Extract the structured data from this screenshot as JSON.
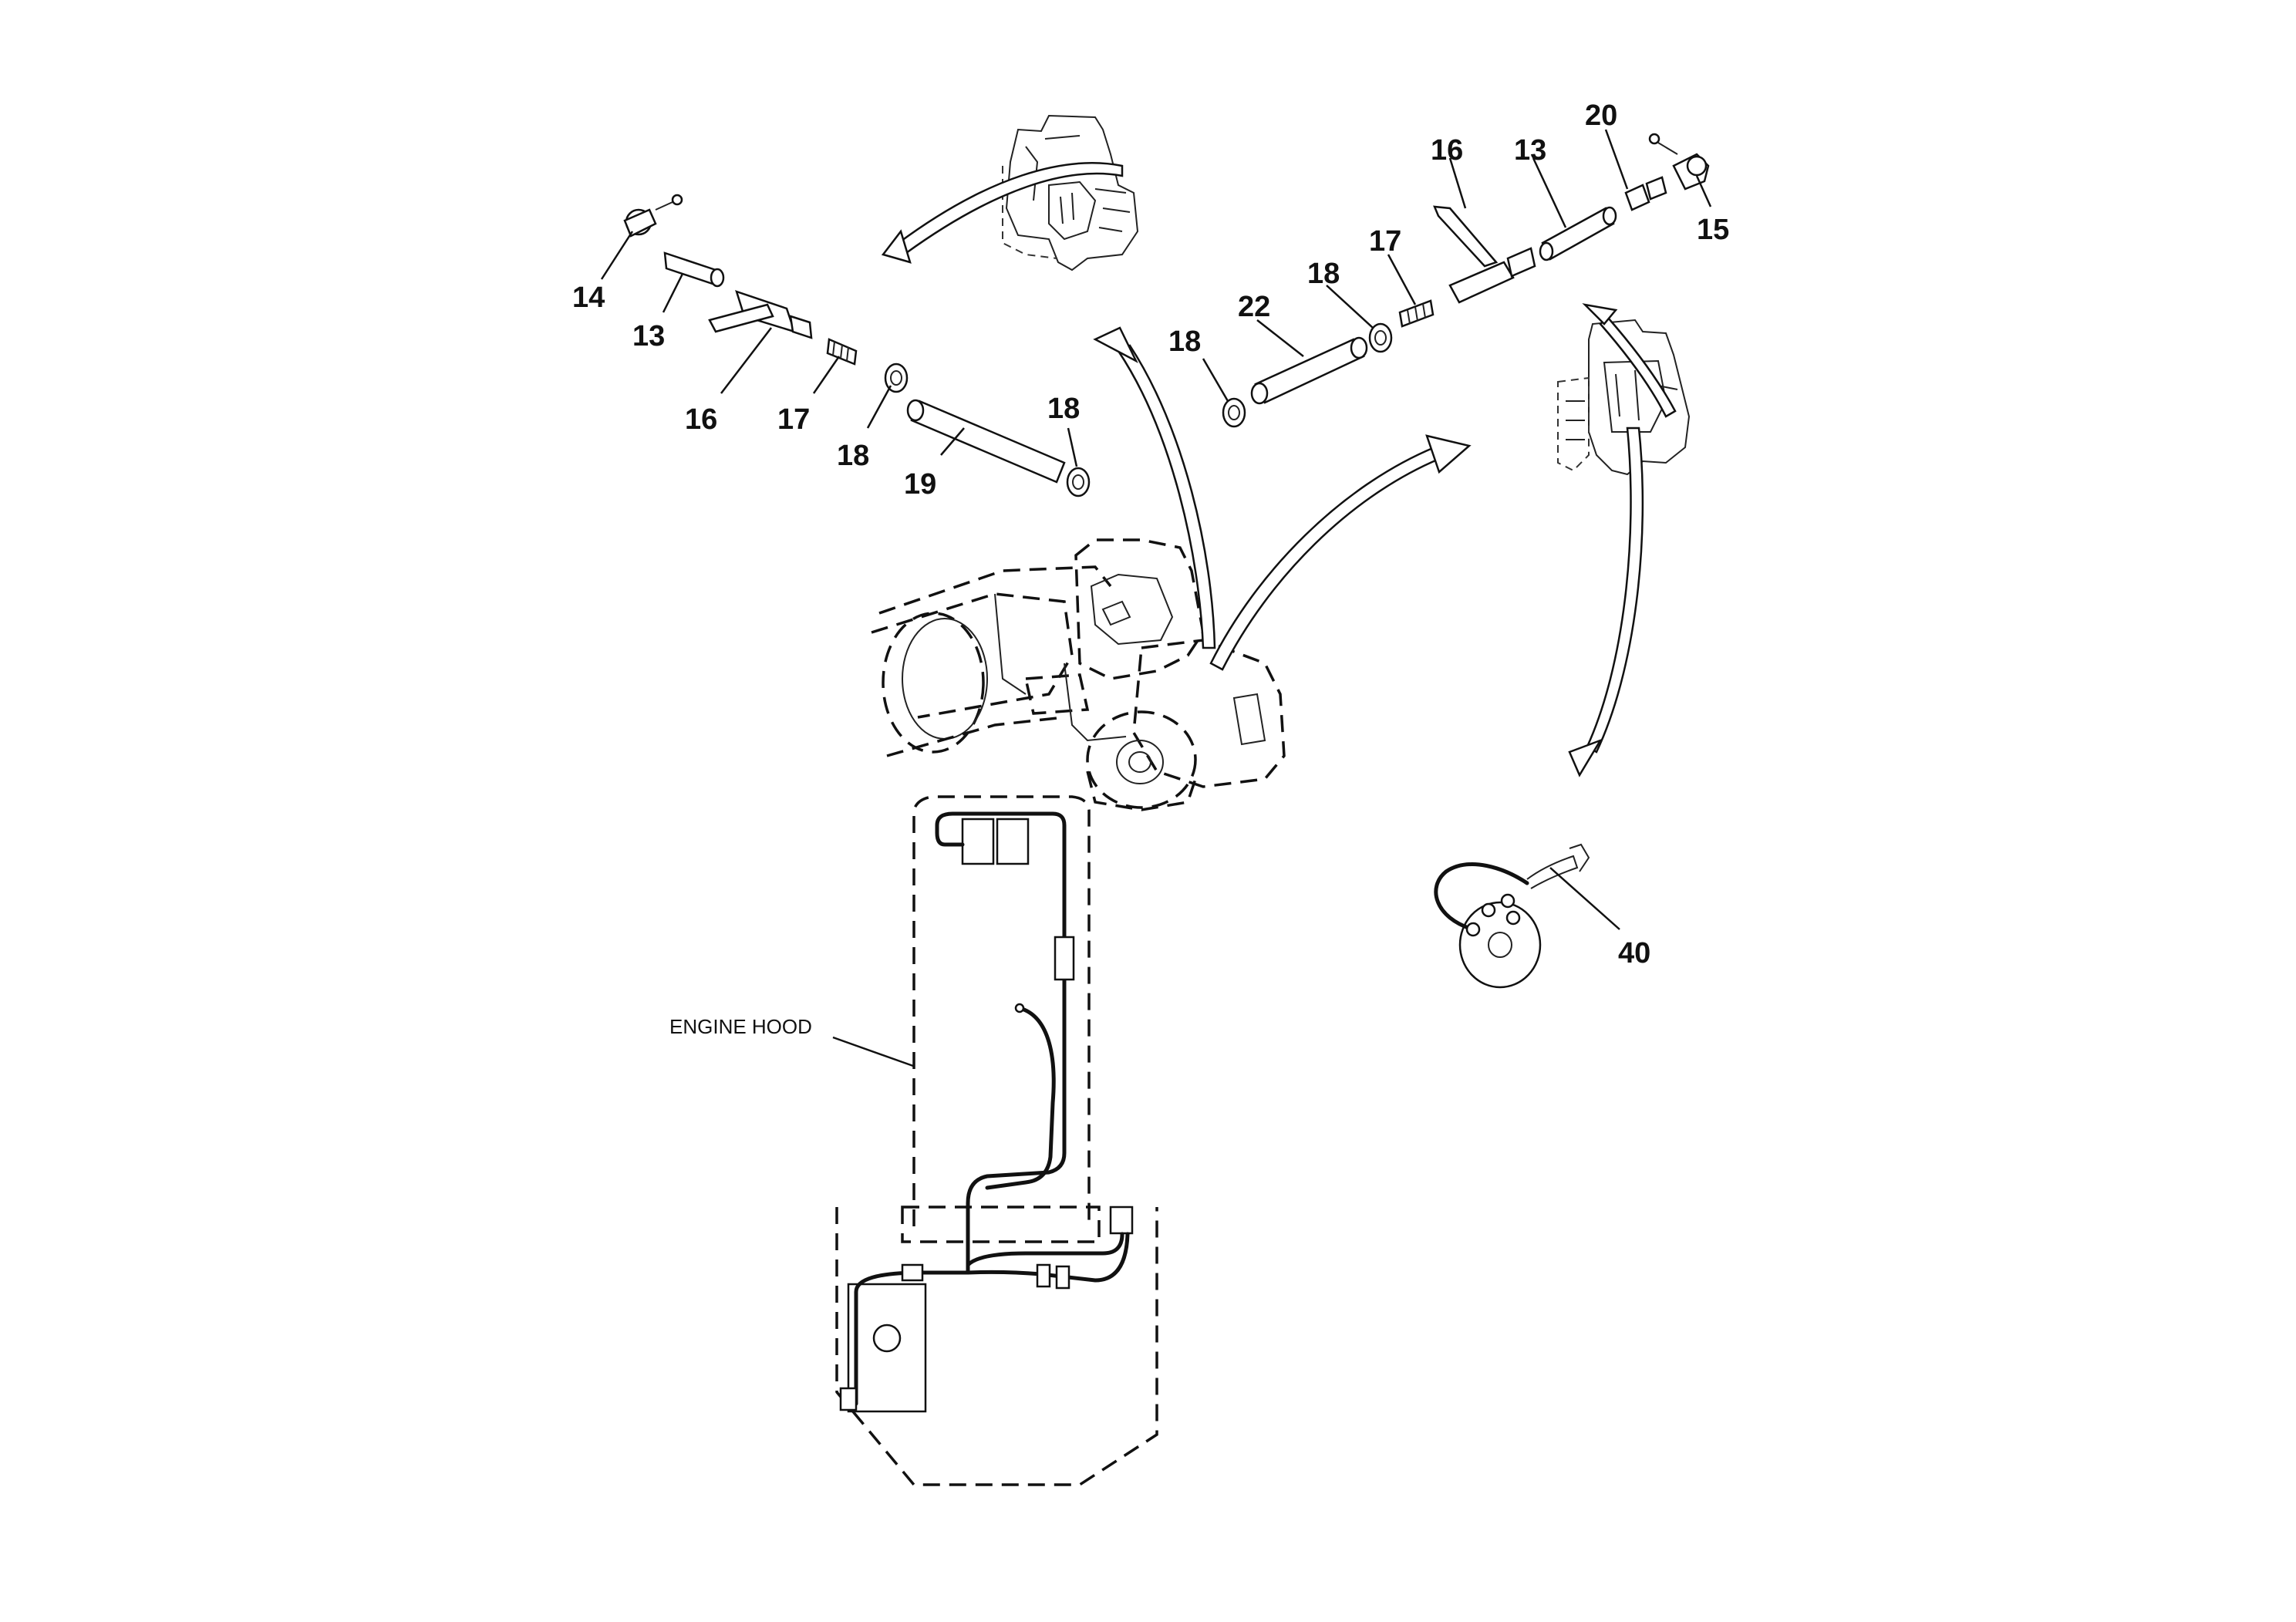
{
  "labels": {
    "left_assembly": {
      "c14": "14",
      "c13": "13",
      "c16": "16",
      "c17": "17",
      "c18a": "18",
      "c19": "19",
      "c18b": "18"
    },
    "right_assembly": {
      "c16": "16",
      "c13": "13",
      "c20": "20",
      "c15": "15",
      "c17": "17",
      "c18a": "18",
      "c22": "22",
      "c18b": "18"
    },
    "heater": {
      "c40": "40"
    },
    "hood": {
      "engine_hood": "ENGINE HOOD"
    }
  }
}
